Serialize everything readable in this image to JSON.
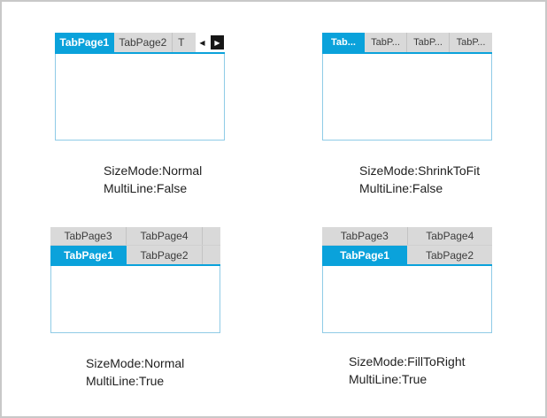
{
  "colors": {
    "accent": "#0AA2DB",
    "inactive_tab_bg": "#D9D9D9",
    "inactive_tab_text": "#3C3C3C",
    "active_tab_text": "#FFFFFF",
    "body_border": "#8FCBE6",
    "frame_border": "#C8C8C8",
    "arrow_button_bg": "#161616"
  },
  "controls": {
    "top_left": {
      "rows": [
        {
          "tabs": [
            {
              "label": "TabPage1"
            },
            {
              "label": "TabPage2"
            },
            {
              "label": "T"
            }
          ]
        }
      ],
      "scroll_left": "◀",
      "scroll_right": "▶",
      "caption": {
        "line1": "SizeMode:Normal",
        "line2": "MultiLine:False"
      }
    },
    "top_right": {
      "rows": [
        {
          "tabs": [
            {
              "label": "Tab..."
            },
            {
              "label": "TabP..."
            },
            {
              "label": "TabP..."
            },
            {
              "label": "TabP..."
            }
          ]
        }
      ],
      "caption": {
        "line1": "SizeMode:ShrinkToFit",
        "line2": "MultiLine:False"
      }
    },
    "bottom_left": {
      "rows": [
        {
          "tabs": [
            {
              "label": "TabPage3"
            },
            {
              "label": "TabPage4"
            }
          ]
        },
        {
          "tabs": [
            {
              "label": "TabPage1"
            },
            {
              "label": "TabPage2"
            }
          ]
        }
      ],
      "caption": {
        "line1": "SizeMode:Normal",
        "line2": "MultiLine:True"
      }
    },
    "bottom_right": {
      "rows": [
        {
          "tabs": [
            {
              "label": "TabPage3"
            },
            {
              "label": "TabPage4"
            }
          ]
        },
        {
          "tabs": [
            {
              "label": "TabPage1"
            },
            {
              "label": "TabPage2"
            }
          ]
        }
      ],
      "caption": {
        "line1": "SizeMode:FillToRight",
        "line2": "MultiLine:True"
      }
    }
  }
}
